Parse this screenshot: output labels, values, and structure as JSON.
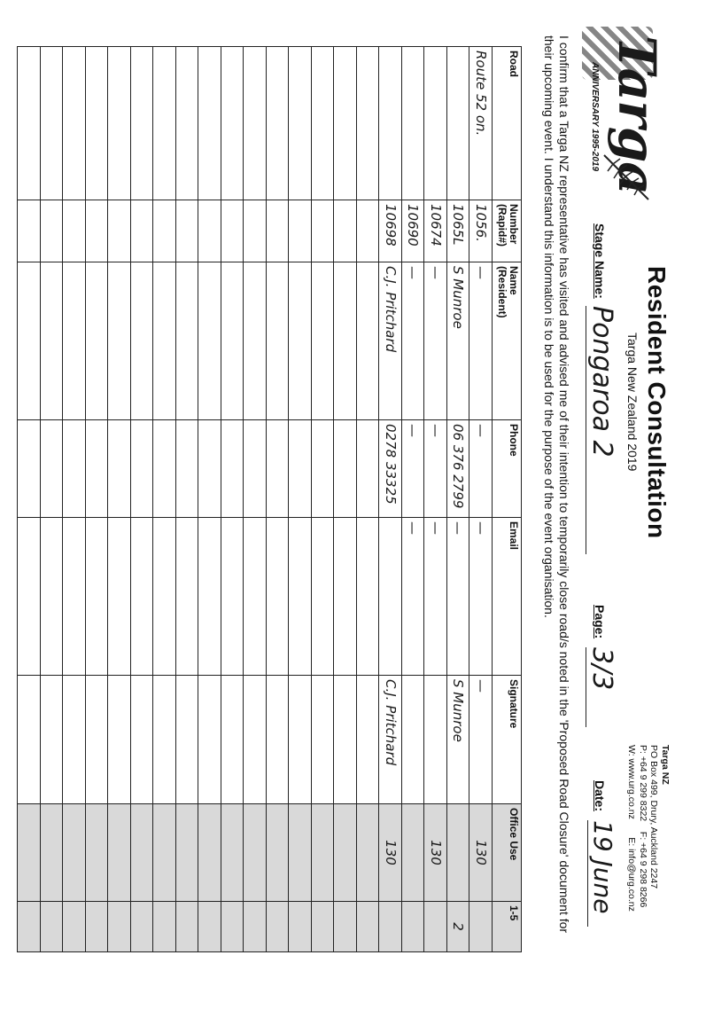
{
  "logo": {
    "wordmark": "Targa",
    "anniversary": "ANNIVERSARY 1995-2019"
  },
  "header": {
    "title": "Resident Consultation",
    "subtitle": "Targa New Zealand 2019",
    "stage_label": "Stage Name:",
    "stage_value": "Pongaroa 2",
    "page_label": "Page:",
    "page_value": "3/3",
    "date_label": "Date:",
    "date_value": "19 June"
  },
  "contact": {
    "org": "Targa NZ",
    "address": "PO Box 499, Drury, Auckland 2247",
    "phone": "P: +64 9 299 8322",
    "fax": "F: +64 9 298 8266",
    "web": "W: www.urg.co.nz",
    "email": "E: info@urg.co.nz"
  },
  "confirm_text": "I confirm that a Targa NZ representative has visited and advised me of their intention to temporarily close road/s noted in the 'Proposed Road Closure' document for their upcoming event. I understand this information is to be used for the purpose of the event organisation.",
  "table": {
    "headers": {
      "road": "Road",
      "number": "Number\n(Rapid#)",
      "name": "Name\n(Resident)",
      "phone": "Phone",
      "email": "Email",
      "signature": "Signature",
      "office": "Office Use",
      "score": "1-5"
    },
    "rows": [
      {
        "road": "Route 52 on.",
        "number": "1056.",
        "name": "—",
        "phone": "—",
        "email": "—",
        "signature": "—",
        "office": "130",
        "score": ""
      },
      {
        "road": "",
        "number": "1065L",
        "name": "S Munroe",
        "phone": "06 376 2799",
        "email": "—",
        "signature": "S Munroe",
        "office": "",
        "score": "2"
      },
      {
        "road": "",
        "number": "10674",
        "name": "—",
        "phone": "—",
        "email": "—",
        "signature": "",
        "office": "130",
        "score": ""
      },
      {
        "road": "",
        "number": "10690",
        "name": "—",
        "phone": "—",
        "email": "—",
        "signature": "",
        "office": "",
        "score": ""
      },
      {
        "road": "",
        "number": "10698",
        "name": "C.J. Pritchard",
        "phone": "0278 33325",
        "email": "",
        "signature": "C.J. Pritchard",
        "office": "130",
        "score": ""
      },
      {
        "road": "",
        "number": "",
        "name": "",
        "phone": "",
        "email": "",
        "signature": "",
        "office": "",
        "score": ""
      },
      {
        "road": "",
        "number": "",
        "name": "",
        "phone": "",
        "email": "",
        "signature": "",
        "office": "",
        "score": ""
      },
      {
        "road": "",
        "number": "",
        "name": "",
        "phone": "",
        "email": "",
        "signature": "",
        "office": "",
        "score": ""
      },
      {
        "road": "",
        "number": "",
        "name": "",
        "phone": "",
        "email": "",
        "signature": "",
        "office": "",
        "score": ""
      },
      {
        "road": "",
        "number": "",
        "name": "",
        "phone": "",
        "email": "",
        "signature": "",
        "office": "",
        "score": ""
      },
      {
        "road": "",
        "number": "",
        "name": "",
        "phone": "",
        "email": "",
        "signature": "",
        "office": "",
        "score": ""
      },
      {
        "road": "",
        "number": "",
        "name": "",
        "phone": "",
        "email": "",
        "signature": "",
        "office": "",
        "score": ""
      },
      {
        "road": "",
        "number": "",
        "name": "",
        "phone": "",
        "email": "",
        "signature": "",
        "office": "",
        "score": ""
      },
      {
        "road": "",
        "number": "",
        "name": "",
        "phone": "",
        "email": "",
        "signature": "",
        "office": "",
        "score": ""
      },
      {
        "road": "",
        "number": "",
        "name": "",
        "phone": "",
        "email": "",
        "signature": "",
        "office": "",
        "score": ""
      },
      {
        "road": "",
        "number": "",
        "name": "",
        "phone": "",
        "email": "",
        "signature": "",
        "office": "",
        "score": ""
      },
      {
        "road": "",
        "number": "",
        "name": "",
        "phone": "",
        "email": "",
        "signature": "",
        "office": "",
        "score": ""
      },
      {
        "road": "",
        "number": "",
        "name": "",
        "phone": "",
        "email": "",
        "signature": "",
        "office": "",
        "score": ""
      },
      {
        "road": "",
        "number": "",
        "name": "",
        "phone": "",
        "email": "",
        "signature": "",
        "office": "",
        "score": ""
      },
      {
        "road": "",
        "number": "",
        "name": "",
        "phone": "",
        "email": "",
        "signature": "",
        "office": "",
        "score": ""
      },
      {
        "road": "",
        "number": "",
        "name": "",
        "phone": "",
        "email": "",
        "signature": "",
        "office": "",
        "score": ""
      }
    ]
  }
}
